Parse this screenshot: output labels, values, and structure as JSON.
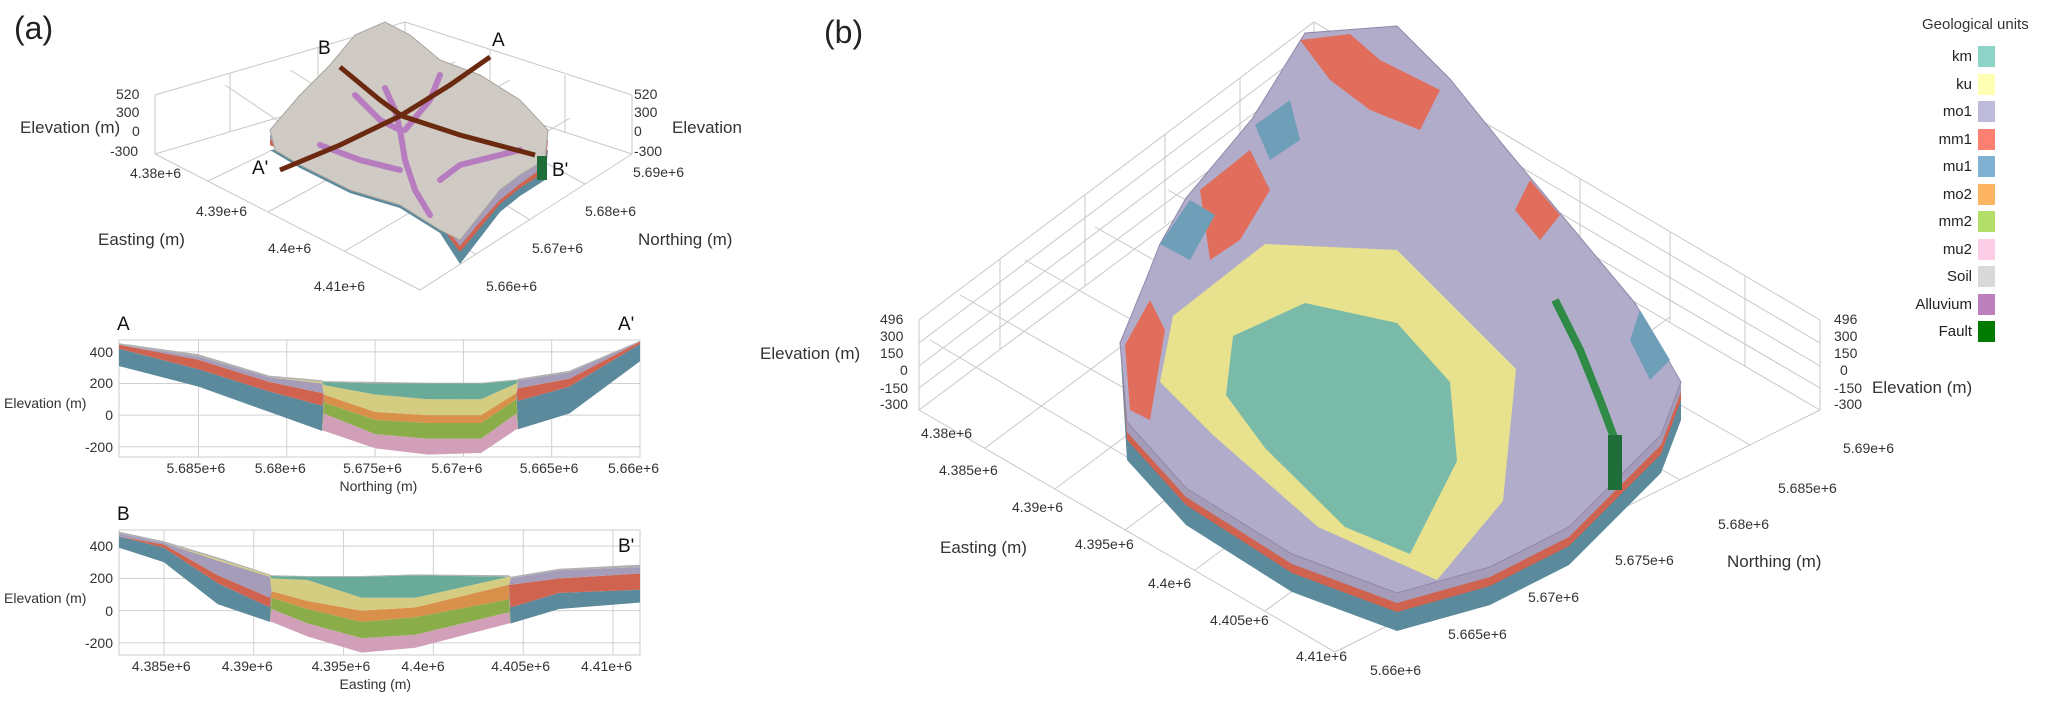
{
  "panels": {
    "a": "(a)",
    "b": "(b)"
  },
  "legend": {
    "title": "Geological units",
    "items": [
      {
        "label": "km",
        "color": "#8dd3c7",
        "shade": "#6aaa98"
      },
      {
        "label": "ku",
        "color": "#ffffb3",
        "shade": "#d4cc80"
      },
      {
        "label": "mo1",
        "color": "#bebada",
        "shade": "#a49cb8"
      },
      {
        "label": "mm1",
        "color": "#fb8072",
        "shade": "#d0634f"
      },
      {
        "label": "mu1",
        "color": "#80b1d3",
        "shade": "#5b8a9c"
      },
      {
        "label": "mo2",
        "color": "#fdb462",
        "shade": "#d8904a"
      },
      {
        "label": "mm2",
        "color": "#b3de69",
        "shade": "#8aad4a"
      },
      {
        "label": "mu2",
        "color": "#fccde5",
        "shade": "#d1a0b8"
      },
      {
        "label": "Soil",
        "color": "#d9d9d9",
        "shade": "#b0b0b0"
      },
      {
        "label": "Alluvium",
        "color": "#bc80bd",
        "shade": "#a868b0"
      },
      {
        "label": "Fault",
        "color": "#007a00",
        "shade": "#1f6e3a"
      }
    ]
  },
  "chart_data": [
    {
      "type": "area",
      "panel": "(a)",
      "start_label": "A",
      "end_label": "A'",
      "xlabel": "Northing (m)",
      "ylabel": "Elevation (m)",
      "xlim": [
        5689500,
        5660000
      ],
      "ylim": [
        -265,
        475
      ],
      "grid": true,
      "xticks": [
        {
          "v": 5685000,
          "label": "5.685e+6"
        },
        {
          "v": 5680000,
          "label": "5.68e+6"
        },
        {
          "v": 5675000,
          "label": "5.675e+6"
        },
        {
          "v": 5670000,
          "label": "5.67e+6"
        },
        {
          "v": 5665000,
          "label": "5.665e+6"
        },
        {
          "v": 5660000,
          "label": "5.66e+6"
        }
      ],
      "yticks": [
        {
          "v": 400,
          "label": "400"
        },
        {
          "v": 200,
          "label": "200"
        },
        {
          "v": 0,
          "label": "0"
        },
        {
          "v": -200,
          "label": "-200"
        }
      ],
      "x": [
        5689500,
        5685000,
        5681000,
        5678000,
        5677900,
        5675000,
        5672000,
        5669000,
        5667000,
        5666900,
        5664000,
        5660000
      ],
      "base": [
        310,
        180,
        20,
        -100,
        -100,
        -210,
        -250,
        -240,
        -90,
        -90,
        10,
        340
      ],
      "stack_order": [
        "mu2",
        "mm2",
        "mo2",
        "mu1",
        "mm1",
        "mo1",
        "ku",
        "km",
        "Soil"
      ],
      "thickness": {
        "mu2": [
          0,
          0,
          0,
          0,
          110,
          90,
          100,
          90,
          100,
          0,
          0,
          0
        ],
        "mm2": [
          0,
          0,
          0,
          0,
          70,
          90,
          100,
          100,
          90,
          0,
          0,
          0
        ],
        "mo2": [
          0,
          0,
          0,
          0,
          50,
          50,
          50,
          50,
          40,
          0,
          0,
          0
        ],
        "mu1": [
          110,
          110,
          130,
          160,
          0,
          0,
          0,
          0,
          0,
          180,
          170,
          110
        ],
        "mm1": [
          25,
          60,
          60,
          80,
          0,
          0,
          0,
          0,
          0,
          80,
          50,
          15
        ],
        "mo1": [
          0,
          20,
          30,
          60,
          0,
          0,
          0,
          0,
          0,
          50,
          40,
          0
        ],
        "ku": [
          0,
          0,
          0,
          10,
          60,
          110,
          100,
          100,
          60,
          0,
          0,
          0
        ],
        "km": [
          0,
          0,
          0,
          0,
          20,
          70,
          100,
          100,
          20,
          0,
          0,
          0
        ],
        "Soil": [
          10,
          15,
          10,
          10,
          5,
          10,
          5,
          5,
          5,
          10,
          10,
          5
        ]
      }
    },
    {
      "type": "area",
      "panel": "(a)",
      "start_label": "B",
      "end_label": "B'",
      "xlabel": "Easting (m)",
      "ylabel": "Elevation (m)",
      "xlim": [
        4382500,
        4411500
      ],
      "ylim": [
        -275,
        500
      ],
      "grid": true,
      "xticks": [
        {
          "v": 4385000,
          "label": "4.385e+6"
        },
        {
          "v": 4390000,
          "label": "4.39e+6"
        },
        {
          "v": 4395000,
          "label": "4.395e+6"
        },
        {
          "v": 4400000,
          "label": "4.4e+6"
        },
        {
          "v": 4405000,
          "label": "4.405e+6"
        },
        {
          "v": 4410000,
          "label": "4.41e+6"
        }
      ],
      "yticks": [
        {
          "v": 400,
          "label": "400"
        },
        {
          "v": 200,
          "label": "200"
        },
        {
          "v": 0,
          "label": "0"
        },
        {
          "v": -200,
          "label": "-200"
        }
      ],
      "x": [
        4382500,
        4385000,
        4388000,
        4390900,
        4391000,
        4393000,
        4396000,
        4399000,
        4404200,
        4404300,
        4407000,
        4411500
      ],
      "base": [
        390,
        300,
        40,
        -70,
        -70,
        -160,
        -260,
        -230,
        -80,
        -80,
        10,
        50
      ],
      "stack_order": [
        "mu2",
        "mm2",
        "mo2",
        "mu1",
        "mm1",
        "mo1",
        "ku",
        "km",
        "Soil"
      ],
      "thickness": {
        "mu2": [
          0,
          0,
          0,
          0,
          80,
          80,
          90,
          80,
          70,
          0,
          0,
          0
        ],
        "mm2": [
          0,
          0,
          0,
          0,
          70,
          90,
          100,
          110,
          80,
          0,
          0,
          0
        ],
        "mo2": [
          0,
          0,
          0,
          0,
          40,
          50,
          70,
          60,
          90,
          0,
          0,
          0
        ],
        "mu1": [
          70,
          90,
          130,
          90,
          0,
          0,
          0,
          0,
          0,
          100,
          100,
          80
        ],
        "mm1": [
          0,
          20,
          50,
          60,
          0,
          0,
          0,
          0,
          0,
          140,
          90,
          100
        ],
        "mo1": [
          20,
          10,
          90,
          130,
          0,
          0,
          0,
          0,
          0,
          40,
          50,
          40
        ],
        "ku": [
          0,
          0,
          10,
          10,
          80,
          130,
          80,
          60,
          50,
          0,
          0,
          0
        ],
        "km": [
          0,
          0,
          0,
          0,
          15,
          20,
          130,
          140,
          0,
          0,
          0,
          0
        ],
        "Soil": [
          10,
          10,
          10,
          5,
          5,
          5,
          5,
          5,
          10,
          10,
          10,
          15
        ]
      }
    },
    {
      "type": "3d-block",
      "panel": "(a)",
      "zlabel_left": "Elevation (m)",
      "zlabel_right": "Elevation",
      "xlabel": "Easting (m)",
      "ylabel": "Northing (m)",
      "zticks": [
        "520",
        "300",
        "0",
        "-300"
      ],
      "xticks": [
        "4.38e+6",
        "4.39e+6",
        "4.4e+6",
        "4.41e+6"
      ],
      "yticks": [
        "5.69e+6",
        "5.68e+6",
        "5.67e+6",
        "5.66e+6"
      ],
      "section_labels": [
        "A",
        "B",
        "A'",
        "B'"
      ]
    },
    {
      "type": "3d-block",
      "panel": "(b)",
      "zlabel_left": "Elevation (m)",
      "zlabel_right": "Elevation (m)",
      "xlabel": "Easting (m)",
      "ylabel": "Northing (m)",
      "zticks": [
        "496",
        "300",
        "150",
        "0",
        "-150",
        "-300"
      ],
      "xticks": [
        "4.38e+6",
        "4.385e+6",
        "4.39e+6",
        "4.395e+6",
        "4.4e+6",
        "4.405e+6",
        "4.41e+6"
      ],
      "yticks": [
        "5.69e+6",
        "5.685e+6",
        "5.68e+6",
        "5.675e+6",
        "5.67e+6",
        "5.665e+6",
        "5.66e+6"
      ]
    }
  ]
}
